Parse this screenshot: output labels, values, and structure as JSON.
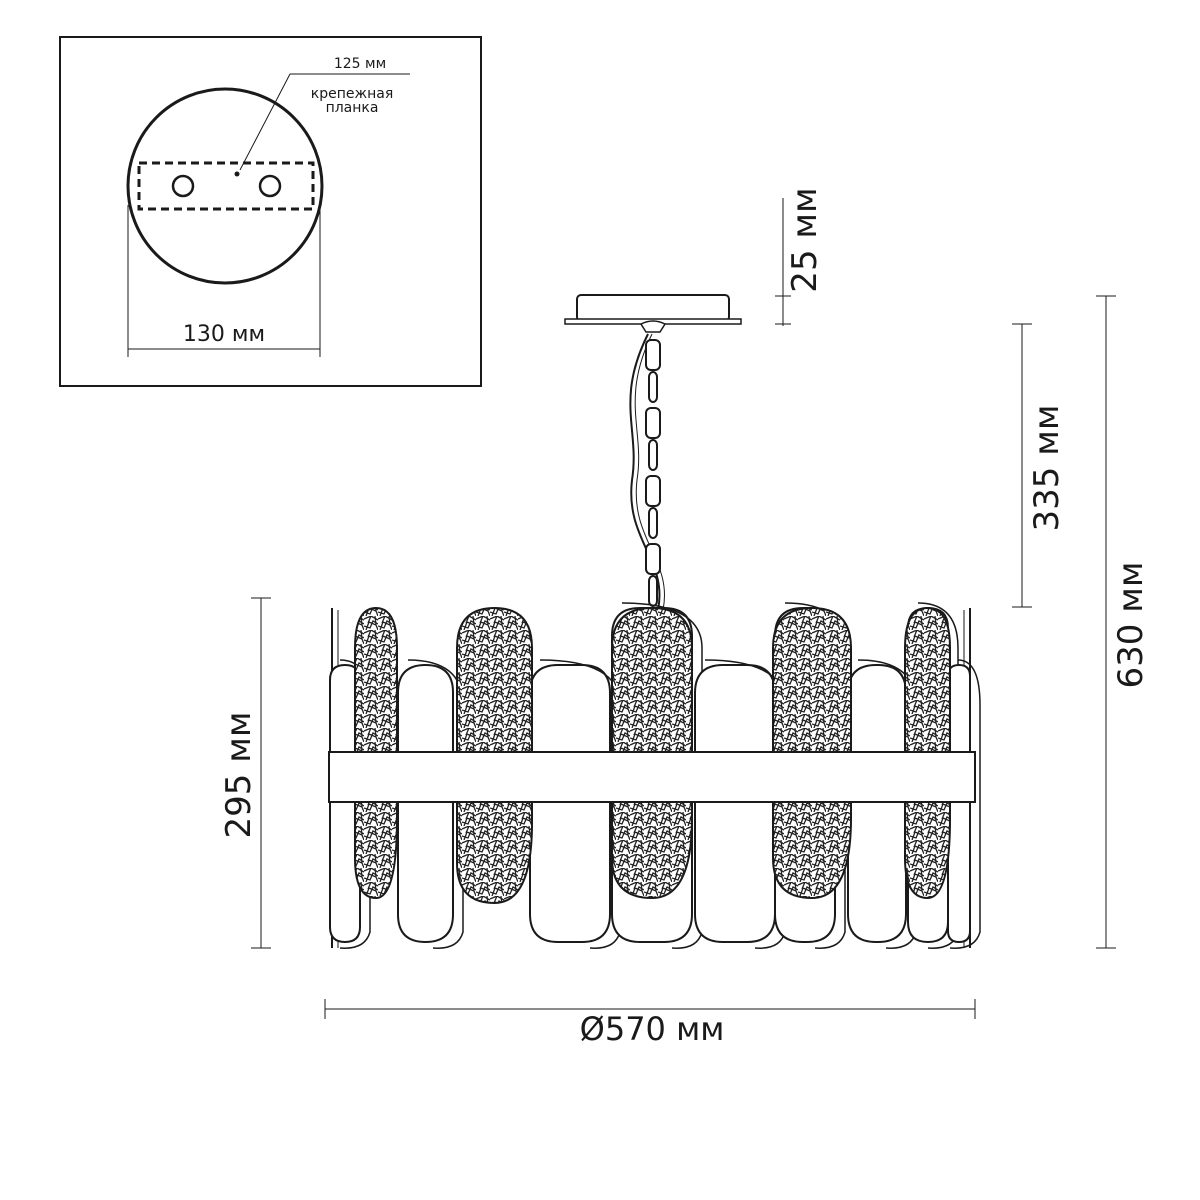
{
  "inset": {
    "mount_width": "125 мм",
    "bracket_label_line1": "крепежная",
    "bracket_label_line2": "планка",
    "canopy_diameter": "130 мм"
  },
  "dimensions": {
    "canopy_height": "25 мм",
    "chain_length": "335 мм",
    "total_height": "630 мм",
    "shade_height": "295 мм",
    "shade_diameter": "Ø570 мм"
  },
  "colors": {
    "line": "#1a1a1a",
    "mesh": "#222222"
  }
}
